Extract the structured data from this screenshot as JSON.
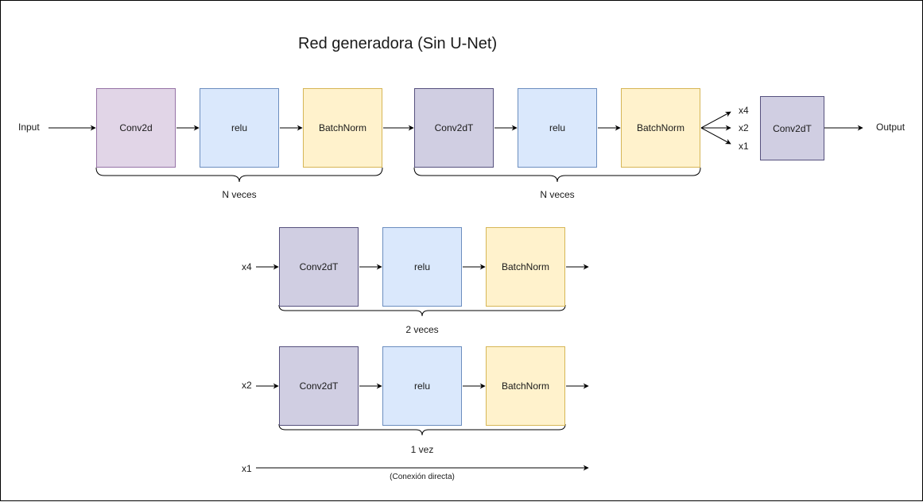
{
  "title": "Red generadora (Sin U-Net)",
  "labels": {
    "input": "Input",
    "output": "Output",
    "x4": "x4",
    "x2": "x2",
    "x1": "x1",
    "n_veces": "N veces",
    "dos_veces": "2 veces",
    "una_vez": "1 vez",
    "conexion_directa": "(Conexión directa)"
  },
  "blocks": {
    "conv2d": "Conv2d",
    "conv2dt": "Conv2dT",
    "relu": "relu",
    "batchnorm": "BatchNorm"
  },
  "colors": {
    "conv2d_fill": "#e1d5e7",
    "conv2d_stroke": "#9673a6",
    "conv2dt_fill": "#d0cee2",
    "conv2dt_stroke": "#56517e",
    "relu_fill": "#dae8fc",
    "relu_stroke": "#6c8ebf",
    "batchnorm_fill": "#fff2cc",
    "batchnorm_stroke": "#d6b656"
  }
}
